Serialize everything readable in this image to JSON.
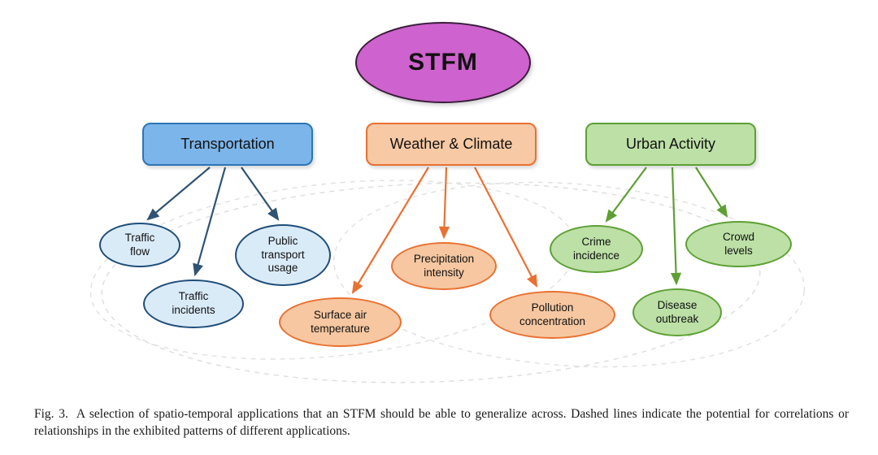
{
  "figure": {
    "root": {
      "label": "STFM"
    },
    "categories": [
      {
        "label": "Transportation"
      },
      {
        "label": "Weather & Climate"
      },
      {
        "label": "Urban Activity"
      }
    ],
    "children": {
      "transportation": [
        {
          "label": "Traffic\nflow"
        },
        {
          "label": "Traffic\nincidents"
        },
        {
          "label": "Public\ntransport\nusage"
        }
      ],
      "weather": [
        {
          "label": "Precipitation\nintensity"
        },
        {
          "label": "Surface air\ntemperature"
        },
        {
          "label": "Pollution\nconcentration"
        }
      ],
      "urban": [
        {
          "label": "Crime\nincidence"
        },
        {
          "label": "Crowd\nlevels"
        },
        {
          "label": "Disease\noutbreak"
        }
      ]
    },
    "colors": {
      "root_fill": "#CE62CE",
      "root_border": "#3A1C3A",
      "transportation_fill": "#7CB5EA",
      "transportation_border": "#2E75B6",
      "transportation_child_fill": "#DAEBF8",
      "transportation_child_border": "#1F4E79",
      "transportation_arrow": "#2F5373",
      "weather_fill": "#F7C9A4",
      "weather_border": "#E97132",
      "weather_arrow": "#E97132",
      "urban_fill": "#BCE0A6",
      "urban_border": "#5EA034",
      "urban_arrow": "#5EA034",
      "dashed_correlation_line": "#DDDDDD"
    }
  },
  "caption": {
    "label": "Fig. 3.",
    "text": "A selection of spatio-temporal applications that an STFM should be able to generalize across. Dashed lines indicate the potential for correlations or relationships in the exhibited patterns of different applications."
  }
}
